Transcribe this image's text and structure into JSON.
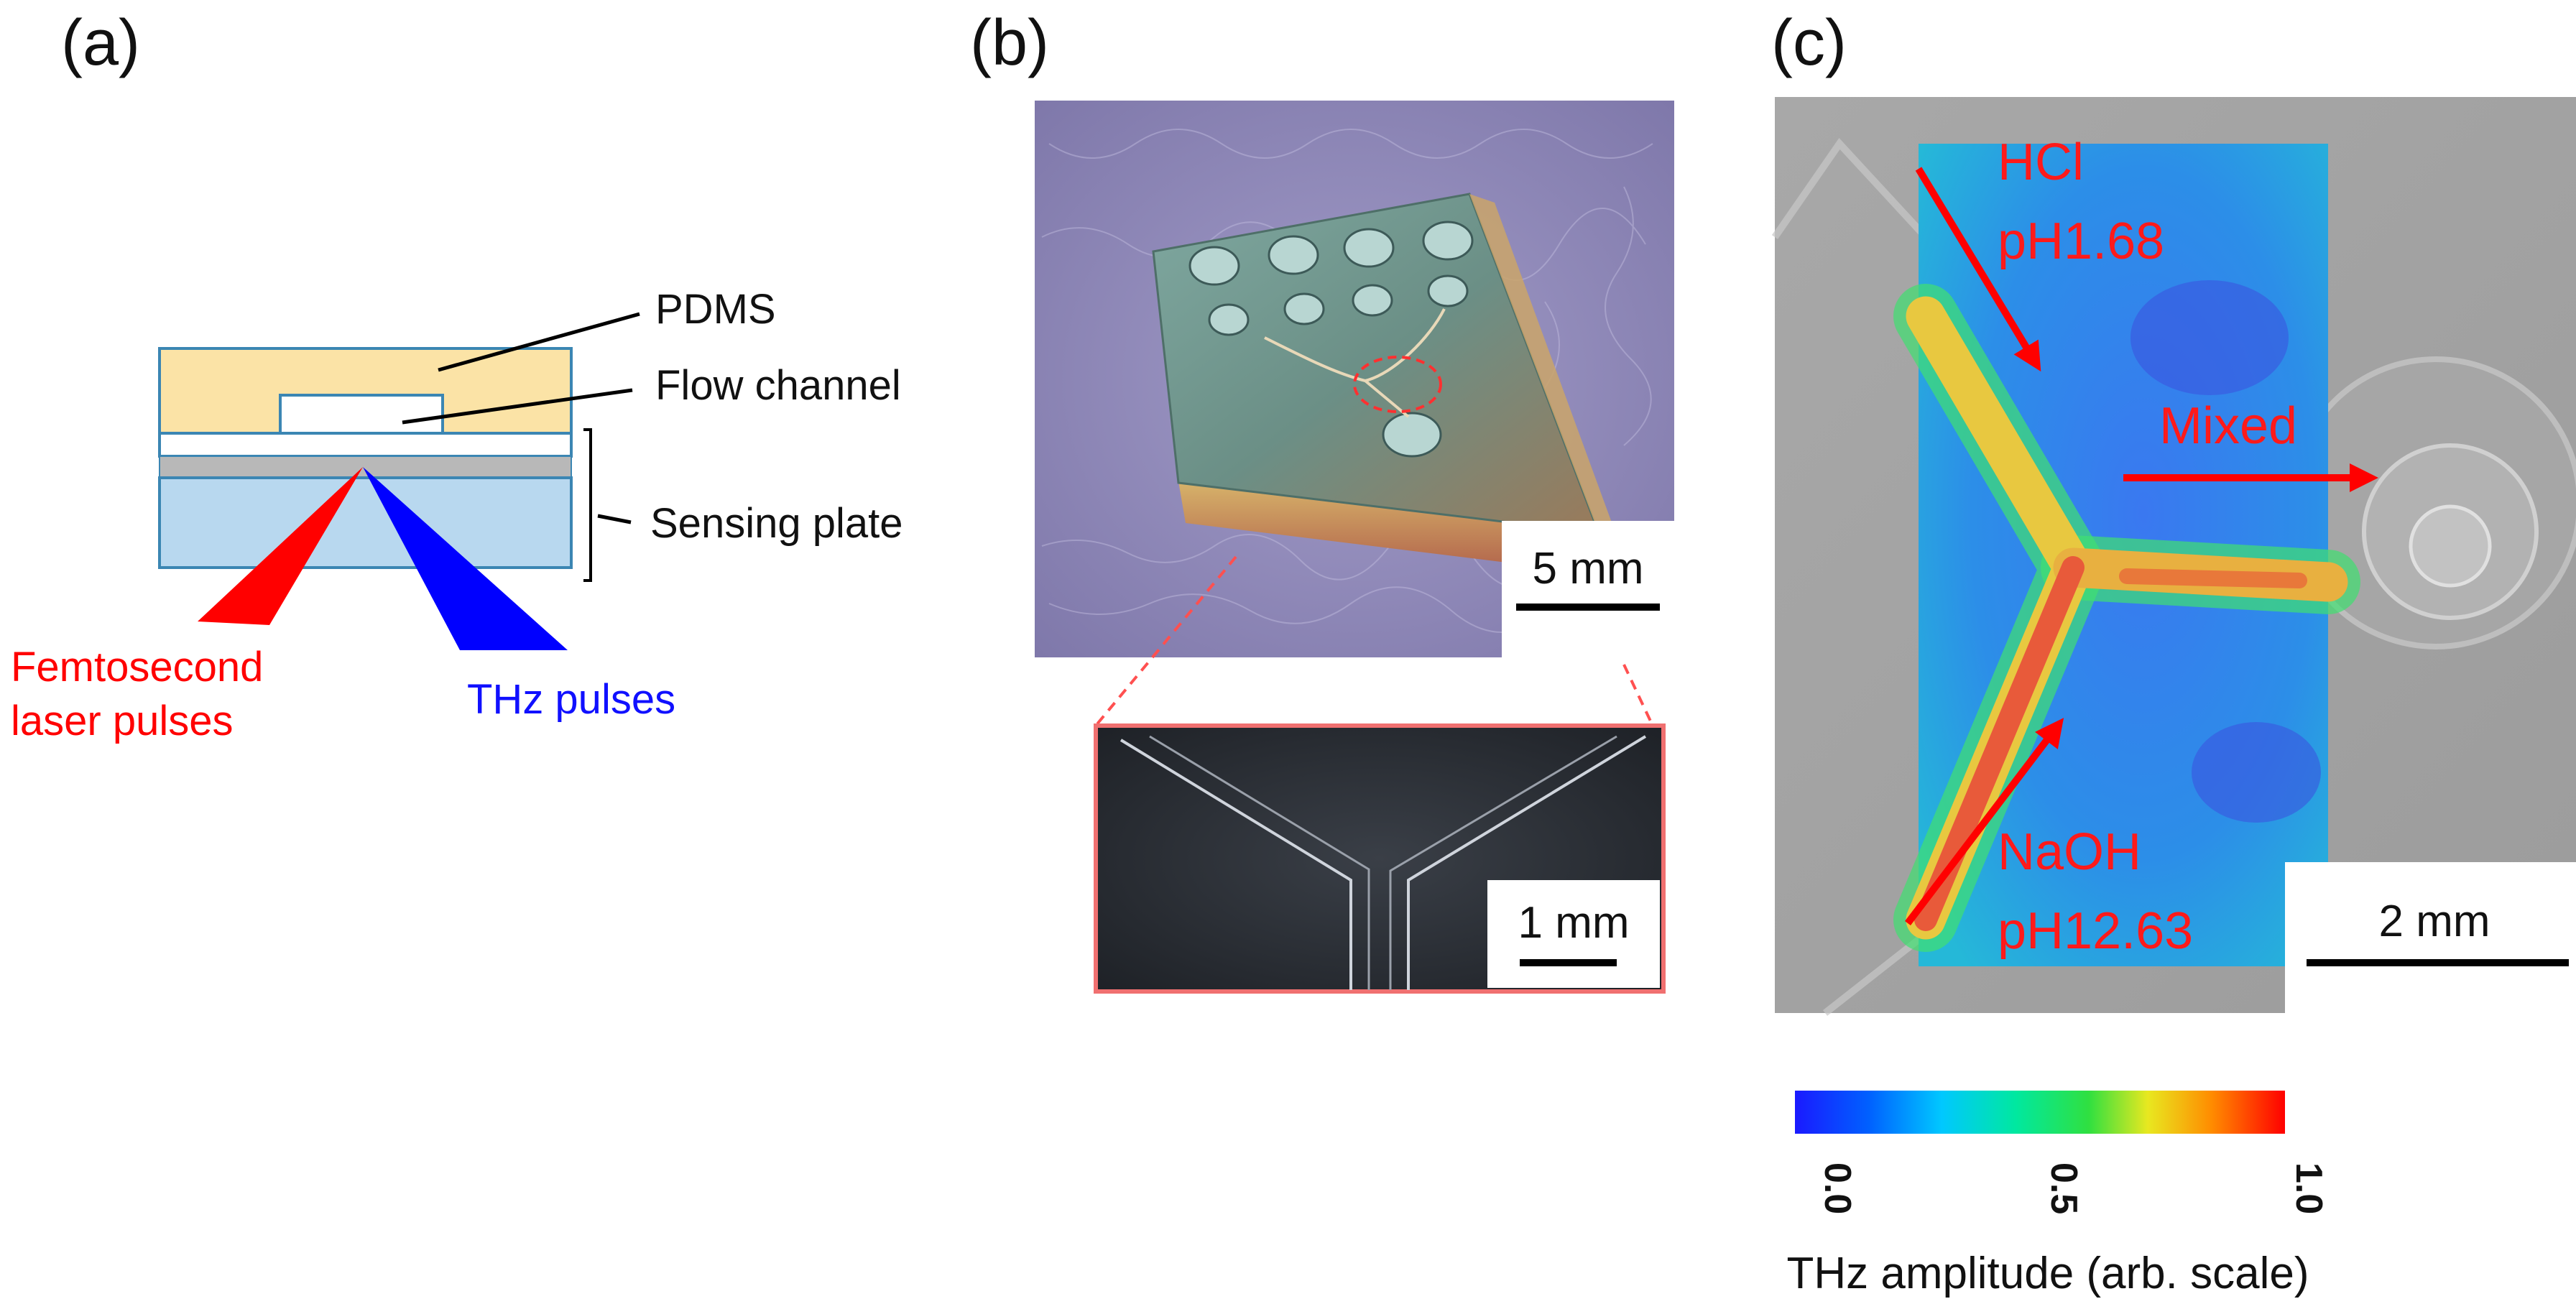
{
  "panel_labels": {
    "a": "(a)",
    "b": "(b)",
    "c": "(c)"
  },
  "panel_a": {
    "labels": {
      "pdms": "PDMS",
      "flow_channel": "Flow channel",
      "sensing_plate": "Sensing plate",
      "fs_line1": "Femtosecond",
      "fs_line2": "laser pulses",
      "thz": "THz pulses"
    },
    "colors": {
      "pdms_fill": "#fbe3a6",
      "outline": "#3b86b3",
      "plate_fill": "#b8d8ef",
      "gray_layer": "#b8b8b8",
      "laser": "#ff0000",
      "thz": "#0000ff"
    }
  },
  "panel_b": {
    "scalebar_main": "5 mm",
    "scalebar_inset": "1 mm",
    "colors": {
      "background_cloth": "#8f88b8",
      "chip_glass": "#6a9c90",
      "inset_border": "#f07070"
    }
  },
  "panel_c": {
    "labels": {
      "hcl": "HCl",
      "hcl_ph": "pH1.68",
      "mixed": "Mixed",
      "naoh": "NaOH",
      "naoh_ph": "pH12.63"
    },
    "scalebar": "2 mm",
    "colors": {
      "label_red": "#ff1a1a",
      "arrow_red": "#ff0000",
      "channel": "#e85a3a"
    },
    "colorbar": {
      "ticks": [
        "0.0",
        "0.5",
        "1.0"
      ],
      "label": "THz amplitude (arb. scale)",
      "colors": [
        "#0000ff",
        "#00aaff",
        "#00e8c0",
        "#30e040",
        "#e8e820",
        "#ff8000",
        "#ff0000"
      ]
    }
  }
}
